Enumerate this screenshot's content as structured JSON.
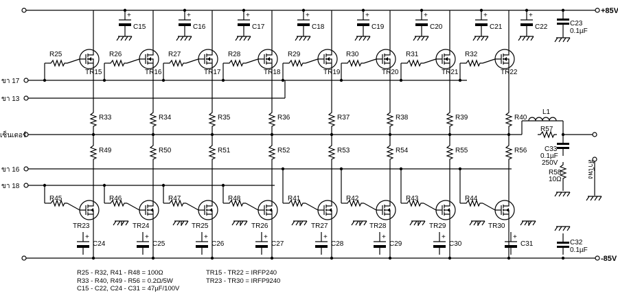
{
  "rails": {
    "positive": "+85V",
    "negative": "-85V"
  },
  "inputs": {
    "pin17": "ขา 17",
    "pin13": "ขา 13",
    "center": "เซ็นเตอร์",
    "pin16": "ขา 16",
    "pin18": "ขา 18"
  },
  "output_label": "ลำโพง",
  "upper_stages": [
    {
      "gate_r": "R25",
      "transistor": "TR15",
      "cap": "C15",
      "emitter_r": "R33"
    },
    {
      "gate_r": "R26",
      "transistor": "TR16",
      "cap": "C16",
      "emitter_r": "R34"
    },
    {
      "gate_r": "R27",
      "transistor": "TR17",
      "cap": "C17",
      "emitter_r": "R35"
    },
    {
      "gate_r": "R28",
      "transistor": "TR18",
      "cap": "C18",
      "emitter_r": "R36"
    },
    {
      "gate_r": "R29",
      "transistor": "TR19",
      "cap": "C19",
      "emitter_r": "R37"
    },
    {
      "gate_r": "R30",
      "transistor": "TR20",
      "cap": "C20",
      "emitter_r": "R38"
    },
    {
      "gate_r": "R31",
      "transistor": "TR21",
      "cap": "C21",
      "emitter_r": "R39"
    },
    {
      "gate_r": "R32",
      "transistor": "TR22",
      "cap": "C22",
      "emitter_r": "R40"
    }
  ],
  "lower_stages": [
    {
      "gate_r": "R45",
      "transistor": "TR23",
      "cap": "C24",
      "emitter_r": "R49"
    },
    {
      "gate_r": "R46",
      "transistor": "TR24",
      "cap": "C25",
      "emitter_r": "R50"
    },
    {
      "gate_r": "R47",
      "transistor": "TR25",
      "cap": "C26",
      "emitter_r": "R51"
    },
    {
      "gate_r": "R48",
      "transistor": "TR26",
      "cap": "C27",
      "emitter_r": "R52"
    },
    {
      "gate_r": "R41",
      "transistor": "TR27",
      "cap": "C28",
      "emitter_r": "R53"
    },
    {
      "gate_r": "R42",
      "transistor": "TR28",
      "cap": "C29",
      "emitter_r": "R54"
    },
    {
      "gate_r": "R43",
      "transistor": "TR29",
      "cap": "C30",
      "emitter_r": "R55"
    },
    {
      "gate_r": "R44",
      "transistor": "TR30",
      "cap": "C31",
      "emitter_r": "R56"
    }
  ],
  "supply_caps": {
    "c23_name": "C23",
    "c23_value": "0.1µF",
    "c32_name": "C32",
    "c32_value": "0.1µF"
  },
  "output_network": {
    "l1": "L1",
    "r57": "R57",
    "c33_name": "C33",
    "c33_value": "0.1µF",
    "c33_voltage": "250V",
    "r58_name": "R58",
    "r58_value": "10Ω"
  },
  "notes": {
    "line1": "R25 - R32, R41 - R48 = 100Ω",
    "line2": "R33 - R40, R49 - R56 = 0.2Ω/5W",
    "line3": "C15 - C22, C24 - C31 = 47µF/100V",
    "line4": "TR15 - TR22 = IRFP240",
    "line5": "TR23 - TR30 = IRFP9240"
  }
}
